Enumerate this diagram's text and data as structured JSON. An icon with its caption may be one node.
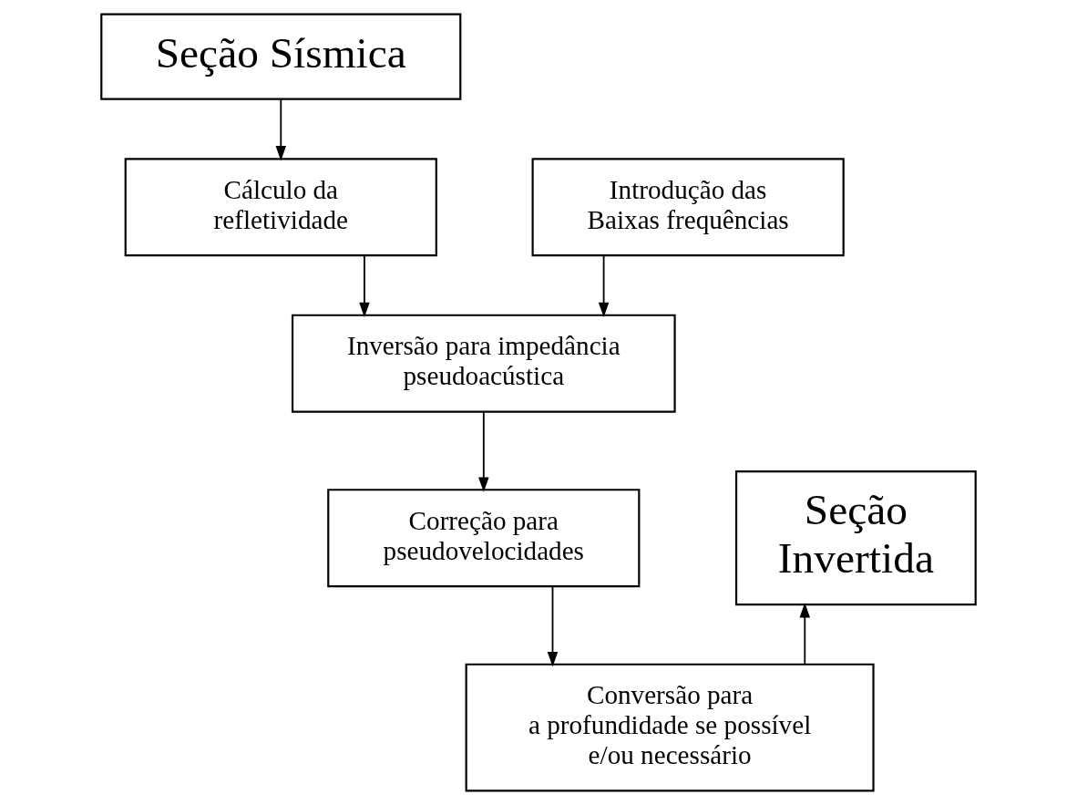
{
  "diagram": {
    "nodes": [
      {
        "text": [
          "Seção Sísmica"
        ]
      },
      {
        "text": [
          "Cálculo da refletividade"
        ]
      },
      {
        "text": [
          "Introdução das Baixas frequências"
        ]
      },
      {
        "text": [
          "Inversão para impedância pseudoacústica"
        ]
      },
      {
        "text": [
          "Seção Invertida"
        ]
      },
      {
        "text": [
          "Correção para pseudovelocidades"
        ]
      },
      {
        "text": [
          "Conversão para a profundidade se possível e/ou necessário"
        ]
      }
    ],
    "edges": [
      {
        "from": 0,
        "to": 1,
        "arrow": "to"
      },
      {
        "from": 1,
        "to": 3,
        "arrow": "to"
      },
      {
        "from": 2,
        "to": 3,
        "arrow": "to"
      },
      {
        "from": 3,
        "to": 5,
        "arrow": "to"
      },
      {
        "from": 5,
        "to": 6,
        "arrow": "to"
      },
      {
        "from": 6,
        "to": 4,
        "arrow": "to"
      }
    ]
  }
}
